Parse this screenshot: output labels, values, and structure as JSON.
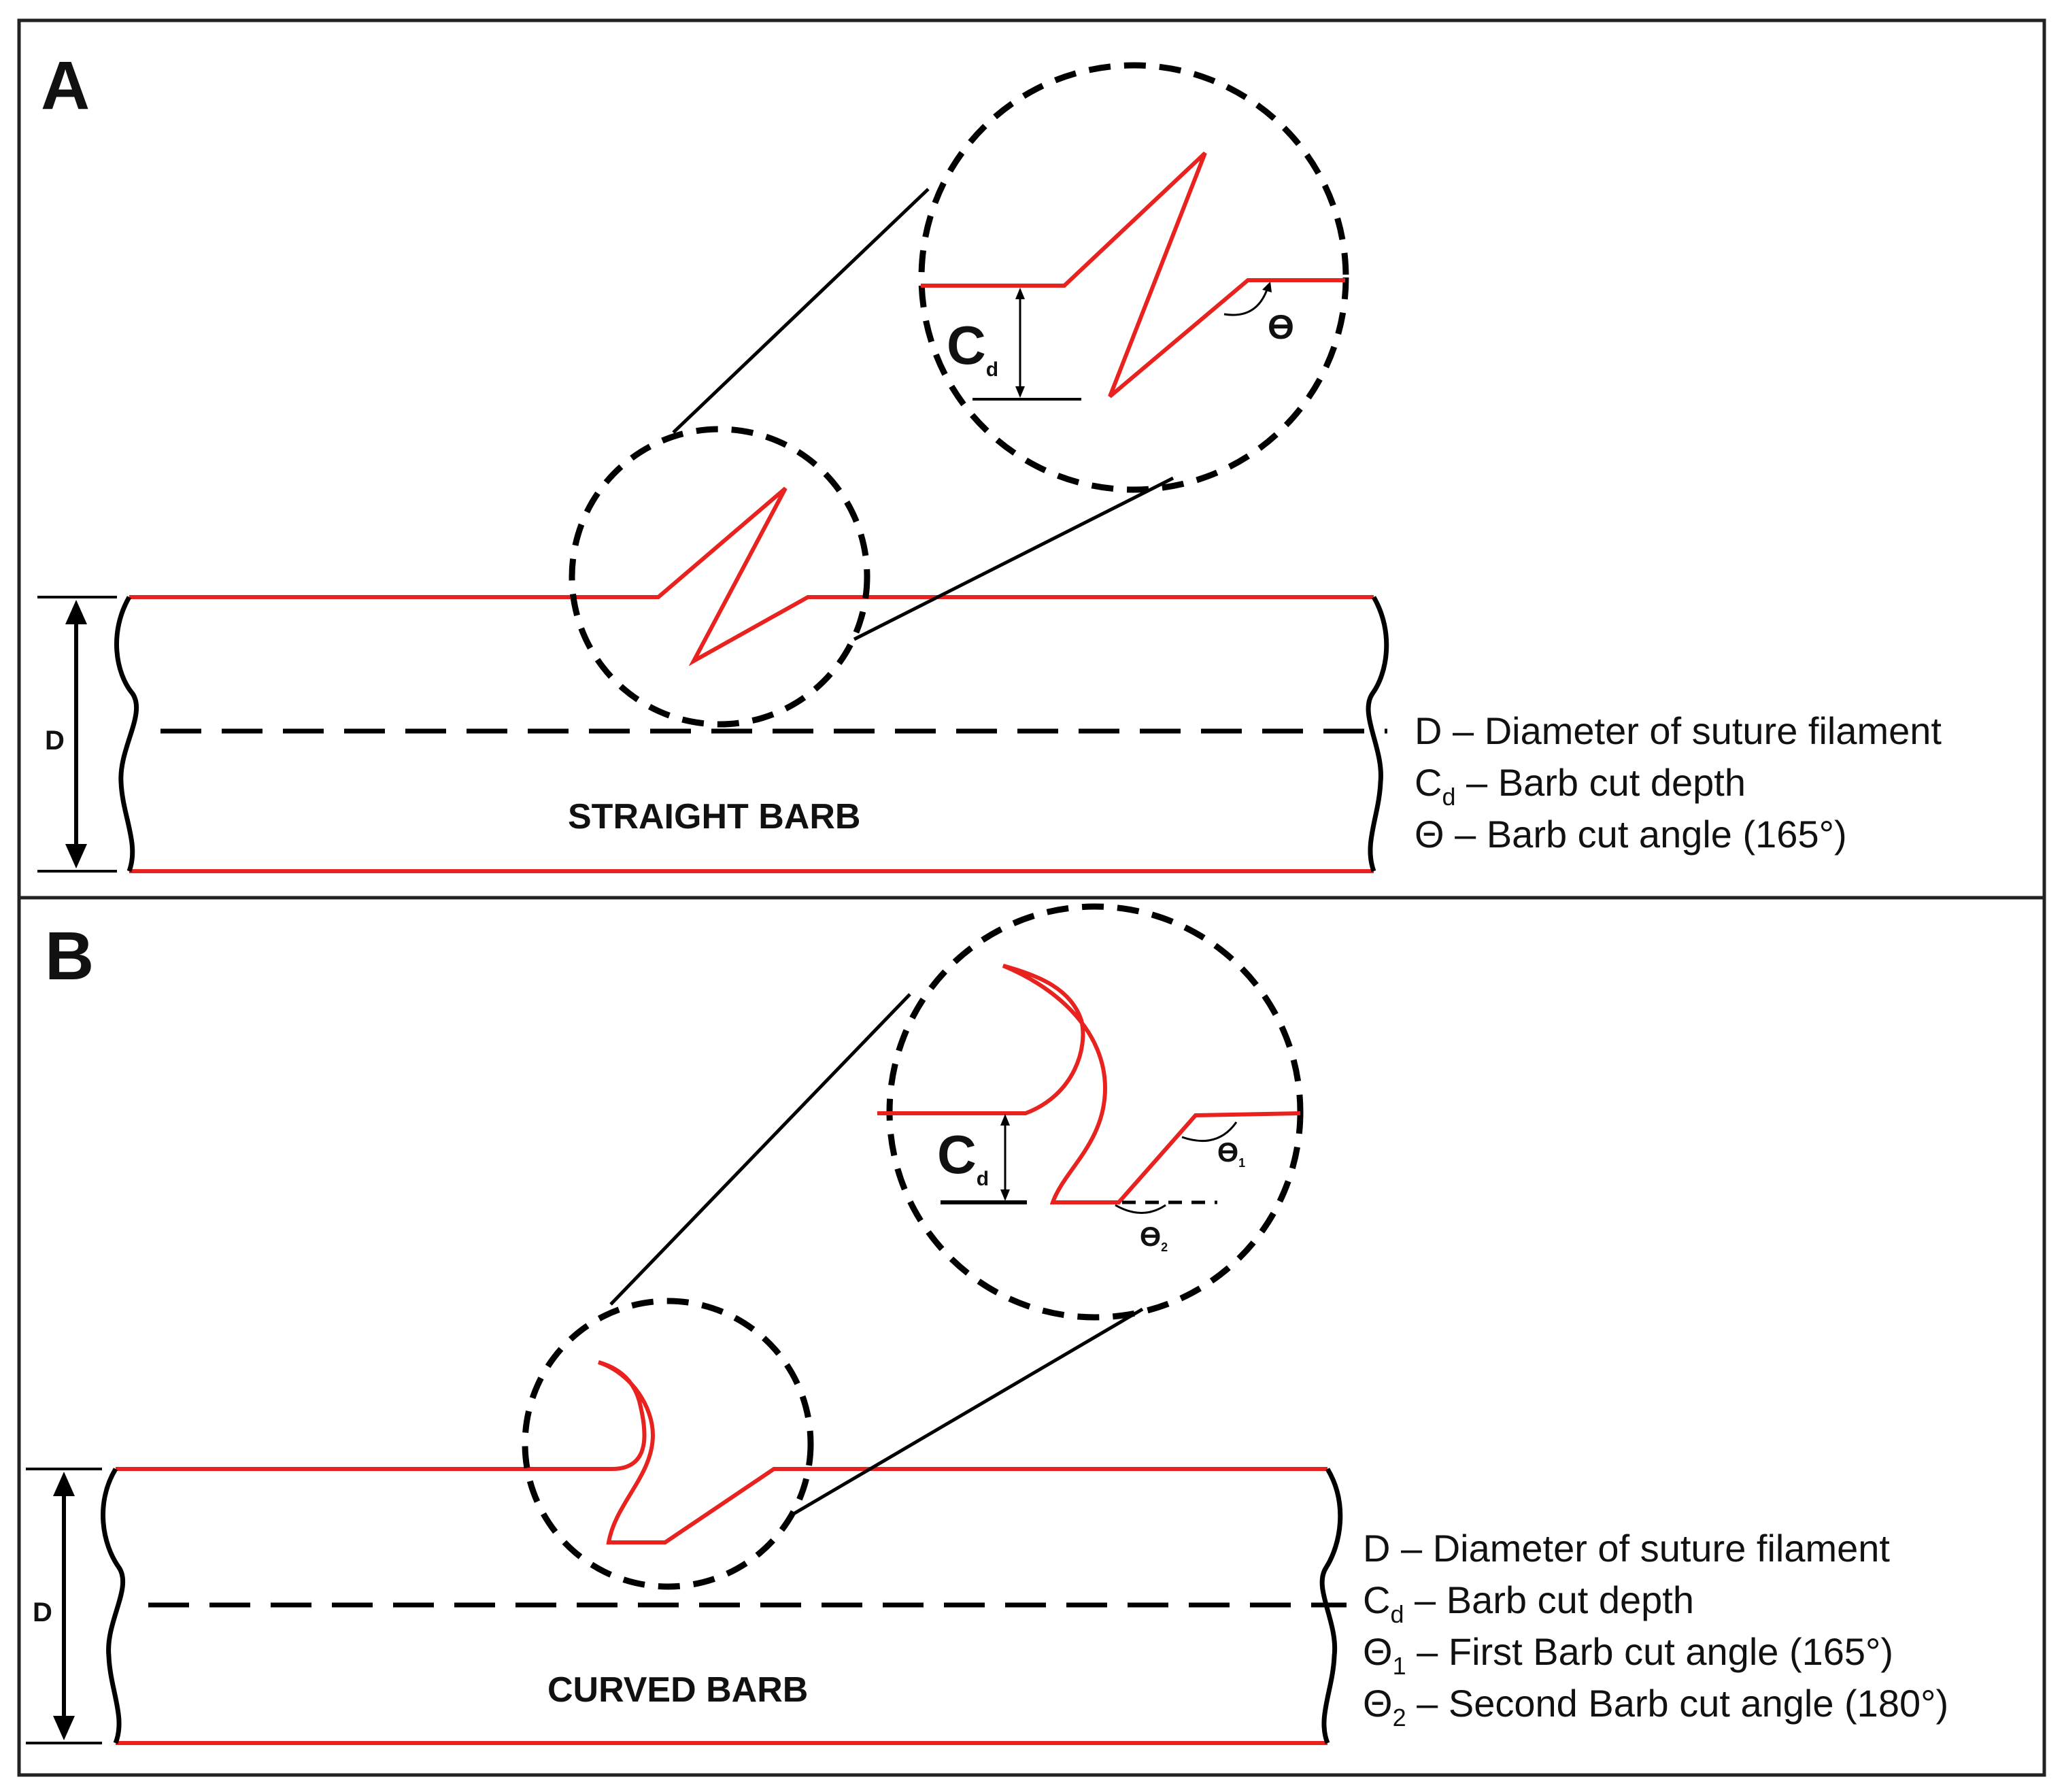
{
  "panels": [
    {
      "letter": "A",
      "title": "STRAIGHT BARB",
      "diameter_label": "D",
      "inset_labels": {
        "cut_depth_main": "C",
        "cut_depth_sub": "d",
        "angle": "ϴ"
      },
      "legend": [
        {
          "main": "D – Diameter of suture filament",
          "sub": "",
          "rest": ""
        },
        {
          "main": "C",
          "sub": "d",
          "rest": " – Barb cut depth"
        },
        {
          "main": "Θ",
          "sub": "",
          "rest": " – Barb cut angle (165°)"
        }
      ]
    },
    {
      "letter": "B",
      "title": "CURVED BARB",
      "diameter_label": "D",
      "inset_labels": {
        "cut_depth_main": "C",
        "cut_depth_sub": "d",
        "angle1": "ϴ",
        "angle1_sub": "1",
        "angle2": "ϴ",
        "angle2_sub": "2"
      },
      "legend": [
        {
          "main": "D – Diameter of suture filament",
          "sub": "",
          "rest": ""
        },
        {
          "main": "C",
          "sub": "d",
          "rest": " – Barb cut depth"
        },
        {
          "main": "Θ",
          "sub": "1",
          "rest": " – First Barb cut angle (165°)"
        },
        {
          "main": "Θ",
          "sub": "2",
          "rest": " – Second Barb cut angle (180°)"
        }
      ]
    }
  ],
  "colors": {
    "barb": "#e8221f",
    "line": "#000000"
  }
}
